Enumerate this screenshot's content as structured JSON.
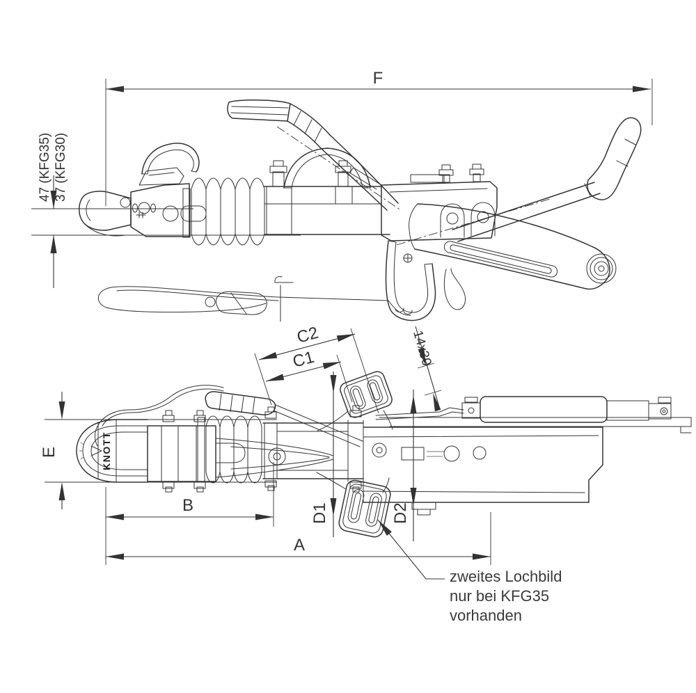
{
  "dimensions": {
    "f": "F",
    "a": "A",
    "b": "B",
    "e": "E",
    "c1": "C1",
    "c2": "C2",
    "d1": "D1",
    "d2": "D2",
    "slot_size": "14x30",
    "height_kfg35": "47 (KFG35)",
    "height_kfg30": "37 (KFG30)"
  },
  "brand": {
    "coupling_marking": "KNOTT"
  },
  "note": {
    "line1": "zweites Lochbild",
    "line2": "nur bei KFG35",
    "line3": "vorhanden"
  },
  "colors": {
    "line": "#333333",
    "background": "#ffffff"
  }
}
